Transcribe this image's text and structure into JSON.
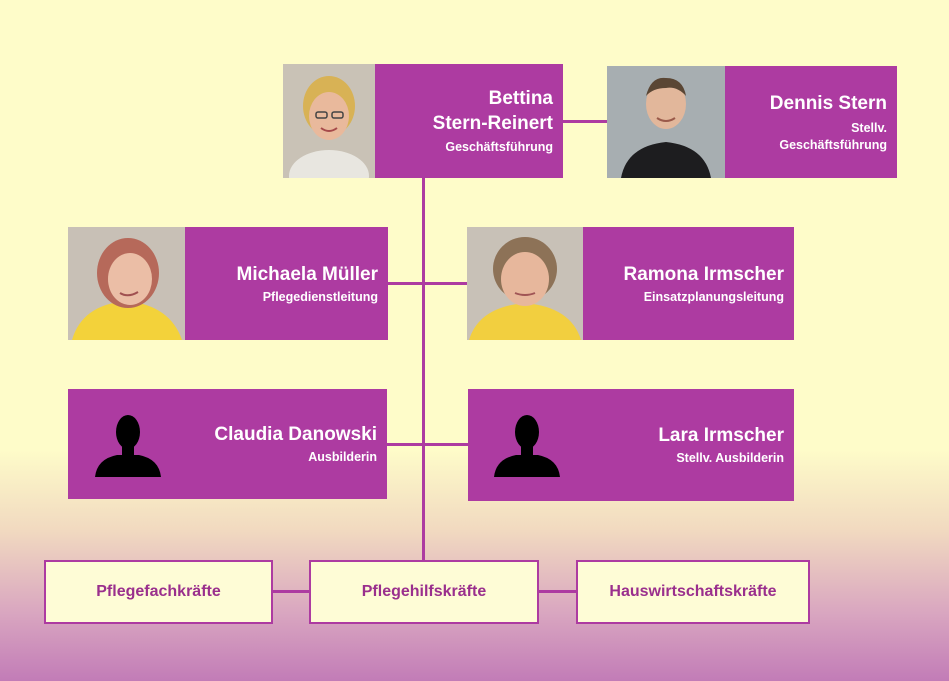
{
  "colors": {
    "accent": "#ad3ba1",
    "background": "#fefcc9",
    "box_fill": "#fefcd6",
    "box_text": "#9a2f8d"
  },
  "people": {
    "bettina": {
      "name_line1": "Bettina",
      "name_line2": "Stern-Reinert",
      "role": "Geschäftsführung",
      "photo": "portrait-photo"
    },
    "dennis": {
      "name": "Dennis Stern",
      "role_line1": "Stellv.",
      "role_line2": "Geschäftsführung",
      "photo": "portrait-photo"
    },
    "michaela": {
      "name": "Michaela Müller",
      "role": "Pflegedienstleitung",
      "photo": "portrait-photo"
    },
    "ramona": {
      "name": "Ramona Irmscher",
      "role": "Einsatzplanungsleitung",
      "photo": "portrait-photo"
    },
    "claudia": {
      "name": "Claudia Danowski",
      "role": "Ausbilderin",
      "photo": "silhouette-icon"
    },
    "lara": {
      "name": "Lara Irmscher",
      "role": "Stellv. Ausbilderin",
      "photo": "silhouette-icon"
    }
  },
  "staff": {
    "left": "Pflegefachkräfte",
    "center": "Pflegehilfskräfte",
    "right": "Hauswirtschaftskräfte"
  }
}
